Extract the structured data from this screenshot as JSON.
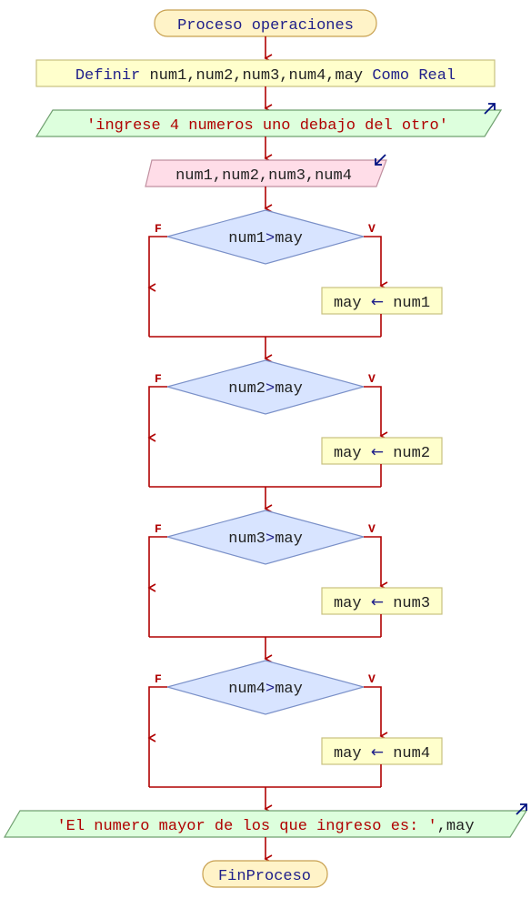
{
  "title": "Proceso operaciones",
  "define": {
    "keyword": "Definir",
    "vars": "num1,num2,num3,num4,may",
    "type_keyword": "Como Real"
  },
  "prompt_output": "'ingrese 4 numeros uno debajo del otro'",
  "input": "num1,num2,num3,num4",
  "decisions": [
    {
      "condition_var": "num1",
      "condition_op": ">",
      "condition_rhs": "may",
      "false_label": "F",
      "true_label": "V",
      "assign_target": "may",
      "assign_arrow": "←",
      "assign_value": "num1"
    },
    {
      "condition_var": "num2",
      "condition_op": ">",
      "condition_rhs": "may",
      "false_label": "F",
      "true_label": "V",
      "assign_target": "may",
      "assign_arrow": "←",
      "assign_value": "num2"
    },
    {
      "condition_var": "num3",
      "condition_op": ">",
      "condition_rhs": "may",
      "false_label": "F",
      "true_label": "V",
      "assign_target": "may",
      "assign_arrow": "←",
      "assign_value": "num3"
    },
    {
      "condition_var": "num4",
      "condition_op": ">",
      "condition_rhs": "may",
      "false_label": "F",
      "true_label": "V",
      "assign_target": "may",
      "assign_arrow": "←",
      "assign_value": "num4"
    }
  ],
  "result_output": {
    "string_part": "'El numero mayor de los que ingreso es: '",
    "var_part": ",may"
  },
  "end": "FinProceso",
  "colors": {
    "flow_line": "#b00000",
    "terminal_fill": "#fff3c8",
    "terminal_stroke": "#c8a050",
    "define_fill": "#ffffcc",
    "define_stroke": "#c8c080",
    "output_fill": "#ddffdd",
    "output_stroke": "#70a070",
    "input_fill": "#ffdde8",
    "input_stroke": "#c090a0",
    "decision_fill": "#d8e4ff",
    "decision_stroke": "#7a90c8",
    "assign_fill": "#ffffcc",
    "assign_stroke": "#c8c080",
    "keyword_text": "#20208a",
    "string_text": "#b00000",
    "plain_text": "#222222",
    "io_arrow_icon": "#001080"
  }
}
